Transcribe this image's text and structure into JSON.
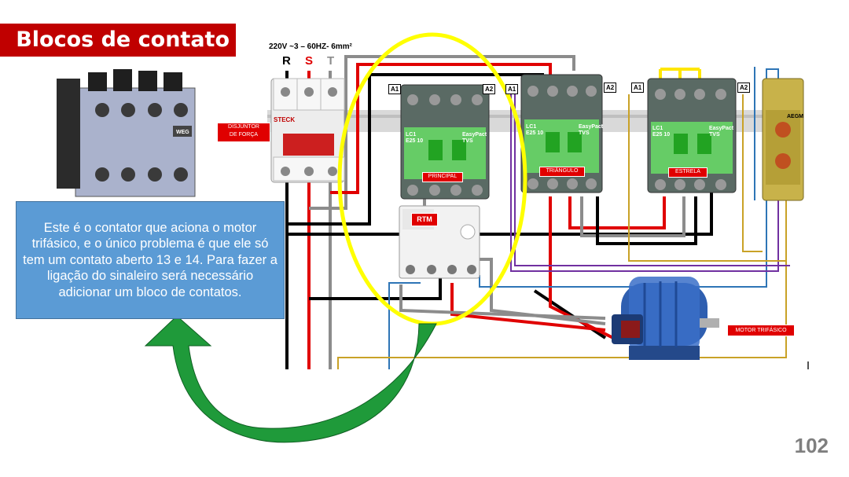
{
  "title": "Blocos de contato",
  "info_text": "Este é o contator que aciona o motor trifásico, e o único problema é que ele só tem um contato aberto 13 e 14. Para fazer a ligação do sinaleiro será necessário adicionar um bloco de contatos.",
  "page_number": "102",
  "supply": "220V ~3 – 60HZ- 6mm²",
  "phases": [
    "R",
    "S",
    "T"
  ],
  "breaker_label": "DISJUNTOR\nDE FORÇA",
  "contactors": {
    "principal": "PRINCIPAL",
    "triangulo": "TRIÂNGULO",
    "estrela": "ESTRELA",
    "model": "LC1\nE25 10",
    "brand": "EasyPact\nTVS"
  },
  "coil_labels": [
    "A1",
    "A2"
  ],
  "rtm_label": "RTM",
  "motor_label": "MOTOR TRIFÁSICO",
  "breaker_brand": "STECK",
  "block_brand": "WEG",
  "timer_brand": "AEGM",
  "colors": {
    "title_bg": "#c00000",
    "info_bg": "#5b9bd5",
    "highlight": "#ffff00",
    "arrow": "#1f9a3a",
    "wire_red": "#e00000",
    "wire_black": "#000000",
    "wire_gray": "#8c8c8c",
    "wire_blue": "#2e75b6",
    "wire_purple": "#7030a0",
    "wire_gold": "#c9a227"
  }
}
